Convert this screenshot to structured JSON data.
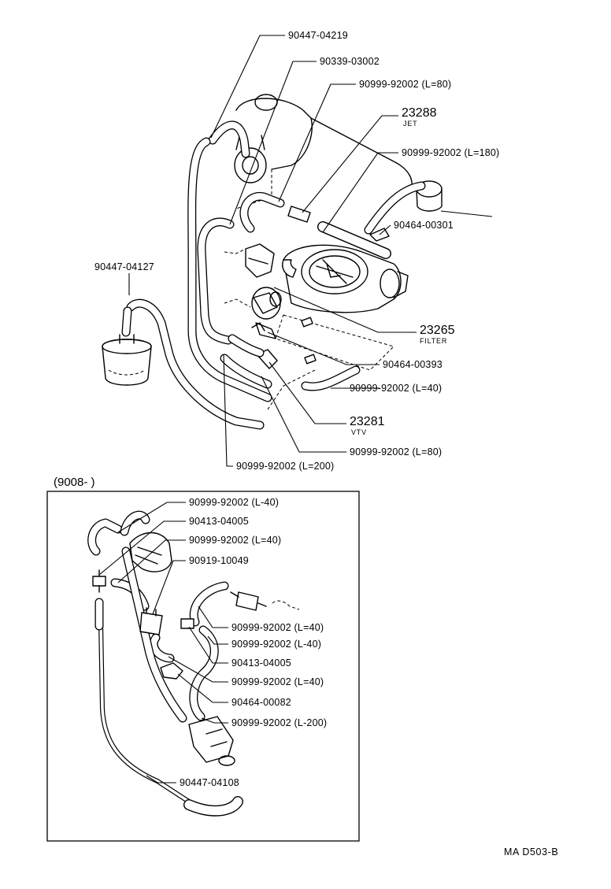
{
  "main_labels": {
    "l1": "90447-04219",
    "l2": "90339-03002",
    "l3": "90999-92002 (L=80)",
    "l4_num": "23288",
    "l4_sub": "JET",
    "l5": "90999-92002 (L=180)",
    "l6": "90464-00301",
    "l7": "90447-04127",
    "l8_num": "23265",
    "l8_sub": "FILTER",
    "l9": "90464-00393",
    "l10": "90999-92002 (L=40)",
    "l11_num": "23281",
    "l11_sub": "VTV",
    "l12": "90999-92002 (L=80)",
    "l13": "90999-92002 (L=200)"
  },
  "inset": {
    "header": "(9008-        )",
    "labels": {
      "a1": "90999-92002 (L-40)",
      "a2": "90413-04005",
      "a3": "90999-92002 (L=40)",
      "a4": "90919-10049",
      "a5": "90999-92002 (L=40)",
      "a6": "90999-92002 (L-40)",
      "a7": "90413-04005",
      "a8": "90999-92002 (L=40)",
      "a9": "90464-00082",
      "a10": "90999-92002 (L-200)",
      "a11": "90447-04108"
    }
  },
  "figure_ref": "MA  D503-B"
}
